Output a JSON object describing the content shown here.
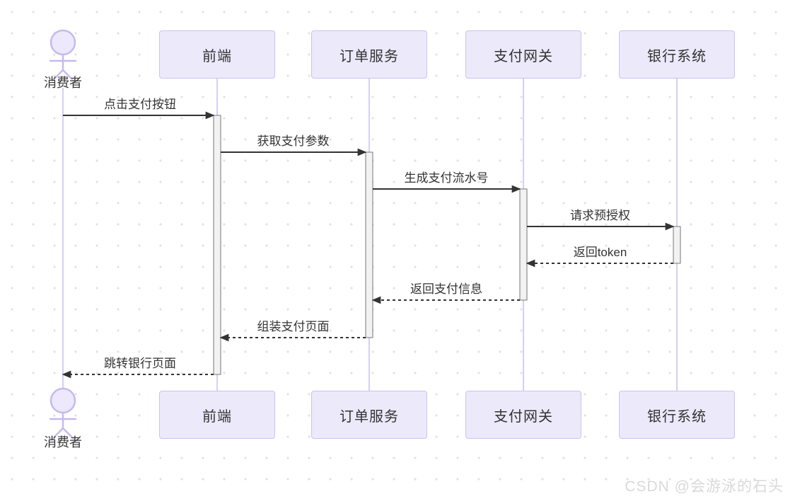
{
  "diagram": {
    "type": "sequence-diagram",
    "actor": {
      "id": "consumer",
      "label": "消费者"
    },
    "participants": [
      {
        "id": "frontend",
        "label": "前端"
      },
      {
        "id": "order-service",
        "label": "订单服务"
      },
      {
        "id": "payment-gateway",
        "label": "支付网关"
      },
      {
        "id": "bank-system",
        "label": "银行系统"
      }
    ],
    "messages": [
      {
        "from": "consumer",
        "to": "frontend",
        "label": "点击支付按钮",
        "line": "solid"
      },
      {
        "from": "frontend",
        "to": "order-service",
        "label": "获取支付参数",
        "line": "solid"
      },
      {
        "from": "order-service",
        "to": "payment-gateway",
        "label": "生成支付流水号",
        "line": "solid"
      },
      {
        "from": "payment-gateway",
        "to": "bank-system",
        "label": "请求预授权",
        "line": "solid"
      },
      {
        "from": "bank-system",
        "to": "payment-gateway",
        "label": "返回token",
        "line": "dashed"
      },
      {
        "from": "payment-gateway",
        "to": "order-service",
        "label": "返回支付信息",
        "line": "dashed"
      },
      {
        "from": "order-service",
        "to": "frontend",
        "label": "组装支付页面",
        "line": "dashed"
      },
      {
        "from": "frontend",
        "to": "consumer",
        "label": "跳转银行页面",
        "line": "dashed"
      }
    ]
  },
  "watermark": "CSDN @会游泳的石头",
  "colors": {
    "participant_fill": "#ECE9FB",
    "participant_border": "#C9C3F1",
    "lifeline": "#D6CFF3",
    "actor_stroke": "#C7B9EE",
    "actor_head_fill": "#EDE8FB",
    "activation_fill": "#F2F2F2",
    "activation_border": "#777777",
    "message_line": "#333333",
    "text": "#333333",
    "dot_grid": "#E3E3E3",
    "watermark": "#D9D9D9"
  }
}
